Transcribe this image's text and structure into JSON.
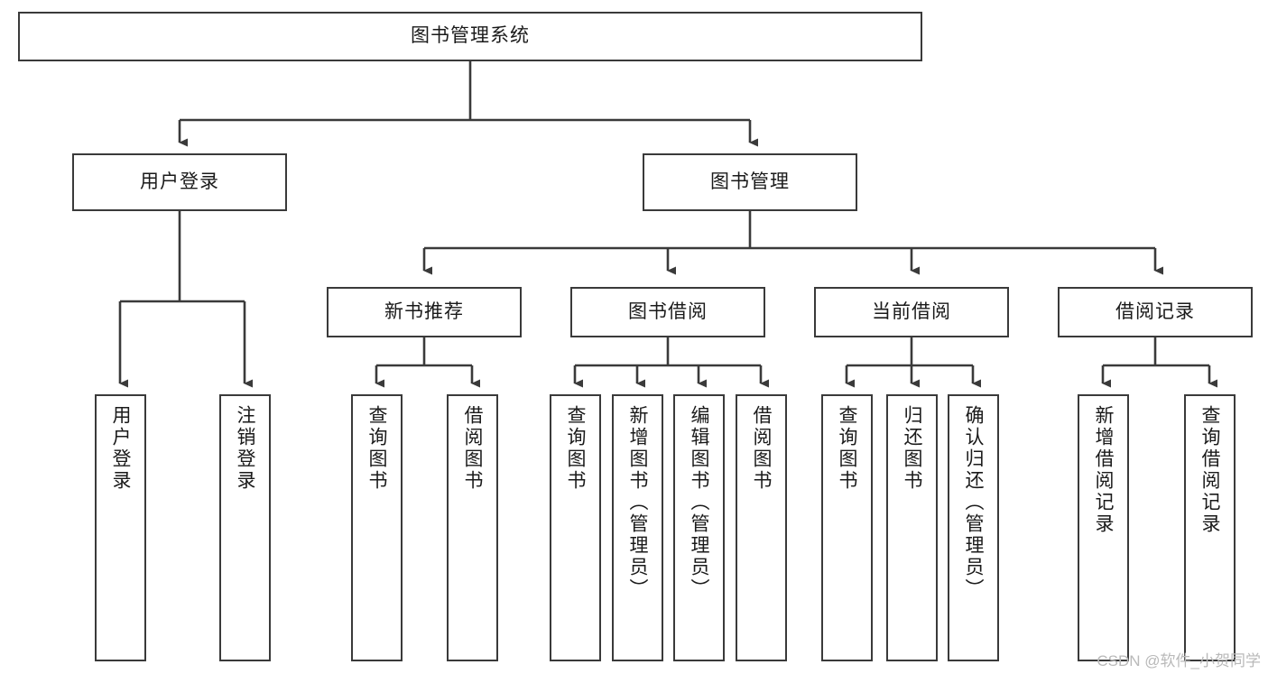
{
  "diagram": {
    "title": "图书管理系统",
    "type": "tree",
    "orientation": "top-down",
    "colors": {
      "box_border": "#3a3a3a",
      "box_fill": "#ffffff",
      "edge": "#3a3a3a",
      "text": "#1a1a1a",
      "watermark": "#b9b9b9",
      "background": "#ffffff"
    },
    "watermark": "CSDN @软件_小贺同学"
  },
  "nodes": {
    "root": {
      "label": "图书管理系统"
    },
    "level1": [
      {
        "id": "user-login",
        "label": "用户登录"
      },
      {
        "id": "book-management",
        "label": "图书管理"
      }
    ],
    "level2": [
      {
        "id": "new-book-recommend",
        "label": "新书推荐"
      },
      {
        "id": "book-borrow",
        "label": "图书借阅"
      },
      {
        "id": "current-borrow",
        "label": "当前借阅"
      },
      {
        "id": "borrow-record",
        "label": "借阅记录"
      }
    ],
    "leaves": {
      "user-login": [
        {
          "id": "user-login-leaf",
          "label": "用户登录"
        },
        {
          "id": "logout-leaf",
          "label": "注销登录"
        }
      ],
      "new-book-recommend": [
        {
          "id": "query-book-1",
          "label": "查询图书"
        },
        {
          "id": "borrow-book-1",
          "label": "借阅图书"
        }
      ],
      "book-borrow": [
        {
          "id": "query-book-2",
          "label": "查询图书"
        },
        {
          "id": "add-book",
          "label": "新增图书（管理员）"
        },
        {
          "id": "edit-book",
          "label": "编辑图书（管理员）"
        },
        {
          "id": "borrow-book-2",
          "label": "借阅图书"
        }
      ],
      "current-borrow": [
        {
          "id": "query-book-3",
          "label": "查询图书"
        },
        {
          "id": "return-book",
          "label": "归还图书"
        },
        {
          "id": "confirm-return",
          "label": "确认归还（管理员）"
        }
      ],
      "borrow-record": [
        {
          "id": "add-borrow-record",
          "label": "新增借阅记录"
        },
        {
          "id": "query-borrow-record",
          "label": "查询借阅记录"
        }
      ]
    }
  }
}
